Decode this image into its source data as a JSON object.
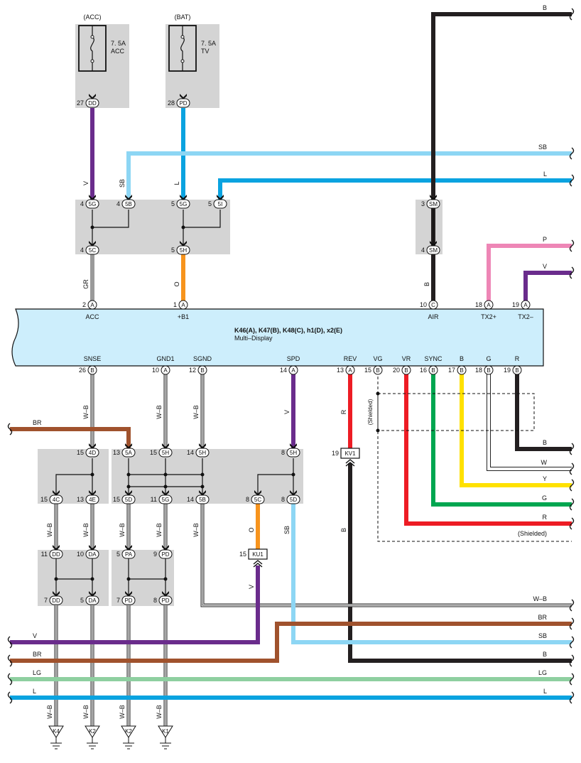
{
  "colors": {
    "V": "#6a2c8c",
    "L": "#0aa3e0",
    "SB": "#8dd6f4",
    "GR": "#9a9a9a",
    "O": "#f7941d",
    "B": "#231f20",
    "P": "#ee86b6",
    "BR": "#a0522d",
    "R": "#ed1c24",
    "G": "#00a650",
    "Y": "#ffe100",
    "W": "#ffffff",
    "LG": "#8ecfa0",
    "junction": "#d4d4d4",
    "unit": "#cdeefc"
  },
  "fuses": [
    {
      "source": "(ACC)",
      "rating": "7. 5A",
      "name": "ACC",
      "pin": "27",
      "conn": "DD"
    },
    {
      "source": "(BAT)",
      "rating": "7. 5A",
      "name": "TV",
      "pin": "28",
      "conn": "PD"
    }
  ],
  "unit": {
    "title": "K46(A), K47(B), K48(C), h1(D), x2(E)",
    "subtitle": "Multi–Display"
  },
  "top_terminals": [
    {
      "pin": "2",
      "conn": "A",
      "label": "ACC",
      "wire": "GR"
    },
    {
      "pin": "1",
      "conn": "A",
      "label": "+B1",
      "wire": "O"
    },
    {
      "pin": "10",
      "conn": "C",
      "label": "AIR",
      "wire": "B"
    },
    {
      "pin": "18",
      "conn": "A",
      "label": "TX2+",
      "wire": ""
    },
    {
      "pin": "19",
      "conn": "A",
      "label": "TX2–",
      "wire": ""
    }
  ],
  "bottom_terminals": [
    {
      "pin": "26",
      "conn": "B",
      "label": "SNSE",
      "wire": "W–B"
    },
    {
      "pin": "10",
      "conn": "A",
      "label": "GND1",
      "wire": "W–B"
    },
    {
      "pin": "12",
      "conn": "B",
      "label": "SGND",
      "wire": "W–B"
    },
    {
      "pin": "14",
      "conn": "A",
      "label": "SPD",
      "wire": "V"
    },
    {
      "pin": "13",
      "conn": "A",
      "label": "REV",
      "wire": "R"
    },
    {
      "pin": "15",
      "conn": "B",
      "label": "VG",
      "wire": ""
    },
    {
      "pin": "20",
      "conn": "B",
      "label": "VR",
      "wire": ""
    },
    {
      "pin": "16",
      "conn": "B",
      "label": "SYNC",
      "wire": ""
    },
    {
      "pin": "17",
      "conn": "B",
      "label": "B",
      "wire": ""
    },
    {
      "pin": "18",
      "conn": "B",
      "label": "G",
      "wire": ""
    },
    {
      "pin": "19",
      "conn": "B",
      "label": "R",
      "wire": ""
    }
  ],
  "upper_junction": [
    {
      "pin": "4",
      "conn": "5G"
    },
    {
      "pin": "4",
      "conn": "5B"
    },
    {
      "pin": "5",
      "conn": "5G"
    },
    {
      "pin": "5",
      "conn": "5I"
    },
    {
      "pin": "4",
      "conn": "5C"
    },
    {
      "pin": "5",
      "conn": "5H"
    },
    {
      "pin": "3",
      "conn": "SM"
    },
    {
      "pin": "4",
      "conn": "SM"
    }
  ],
  "lower_junction": [
    {
      "pin": "15",
      "conn": "4D"
    },
    {
      "pin": "13",
      "conn": "5A"
    },
    {
      "pin": "15",
      "conn": "5H"
    },
    {
      "pin": "14",
      "conn": "5H"
    },
    {
      "pin": "8",
      "conn": "5H"
    },
    {
      "pin": "15",
      "conn": "4C"
    },
    {
      "pin": "13",
      "conn": "4E"
    },
    {
      "pin": "15",
      "conn": "5D"
    },
    {
      "pin": "11",
      "conn": "5G"
    },
    {
      "pin": "14",
      "conn": "5B"
    },
    {
      "pin": "8",
      "conn": "5C"
    },
    {
      "pin": "8",
      "conn": "5D"
    },
    {
      "pin": "11",
      "conn": "DD"
    },
    {
      "pin": "10",
      "conn": "DA"
    },
    {
      "pin": "5",
      "conn": "PA"
    },
    {
      "pin": "9",
      "conn": "PD"
    },
    {
      "pin": "7",
      "conn": "DD"
    },
    {
      "pin": "5",
      "conn": "DA"
    },
    {
      "pin": "7",
      "conn": "PD"
    },
    {
      "pin": "8",
      "conn": "PD"
    }
  ],
  "splices": [
    {
      "pin": "19",
      "name": "KV1"
    },
    {
      "pin": "15",
      "name": "KU1"
    }
  ],
  "grounds": [
    "K4",
    "K2",
    "K2",
    "K1"
  ],
  "wire_labels": {
    "v": "V",
    "sb": "SB",
    "l": "L",
    "gr": "GR",
    "o": "O",
    "b": "B",
    "r": "R",
    "wb": "W–B",
    "br": "BR",
    "lg": "LG",
    "p": "P",
    "w": "W",
    "y": "Y",
    "g": "G"
  },
  "right_edge": [
    "B",
    "SB",
    "L",
    "P",
    "V",
    "B",
    "W",
    "Y",
    "G",
    "R",
    "(Shielded)",
    "W–B",
    "BR",
    "SB",
    "B",
    "LG",
    "L"
  ],
  "left_edge": [
    "BR",
    "V",
    "BR",
    "LG",
    "L"
  ],
  "shielded": "(Shielded)"
}
